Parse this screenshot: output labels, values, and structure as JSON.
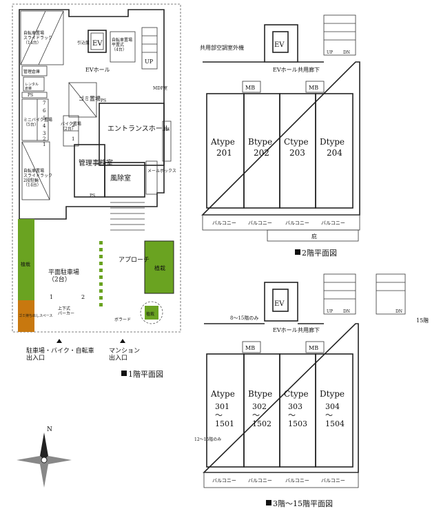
{
  "floor1": {
    "caption": "1階平面図",
    "bike_rack_top": "自転車置場\nスライドラック\n（14台）",
    "bicycle_shelter": "引込盤",
    "ev": "EV",
    "ev_hall": "EVホール",
    "bike_rack_flat": "自転車置場\n平置式\n（4台）",
    "up": "UP",
    "management_storage": "管理倉庫",
    "rental_storage": "レンタル\n倉庫",
    "ps": "PS",
    "mini_bike": "ミニバイク置場\n（5台）",
    "mini_nums": [
      "7",
      "6",
      "5",
      "4",
      "3",
      "2",
      "1"
    ],
    "bike_2level": "自転車置場\nスライドラック\n2段駐輪\n（14台）",
    "garbage": "ゴミ置場",
    "bike_parking": "バイク置場\n（2台）",
    "bike_nums": [
      "2",
      "1"
    ],
    "entrance_hall": "エントランスホール",
    "mdf": "MDF室",
    "office": "管理事務室",
    "windbreak": "風除室",
    "mailbox": "メールボックス",
    "planting": "植栽",
    "parking": "平面駐車場\n（2台）",
    "parking_nums": [
      "1",
      "2"
    ],
    "parker": "上下式\nパーカー",
    "approach": "アプローチ",
    "bollard": "ボラード",
    "garbage_out": "ゴミ持ち出しスペース",
    "entrance_car": "駐車場・バイク・自転車\n出入口",
    "entrance_main": "マンション\n出入口"
  },
  "floor2": {
    "caption": "2階平面図",
    "outdoor_unit": "共用部空調室外機",
    "ev": "EV",
    "ev_hall": "EVホール",
    "corridor": "共用廊下",
    "mb": "MB",
    "up": "UP",
    "dn": "DN",
    "units": [
      {
        "type": "Atype",
        "num": "201"
      },
      {
        "type": "Btype",
        "num": "202"
      },
      {
        "type": "Ctype",
        "num": "203"
      },
      {
        "type": "Dtype",
        "num": "204"
      }
    ],
    "balcony": "バルコニー",
    "eave": "庇"
  },
  "floor3": {
    "caption": "3階〜15階平面図",
    "only_8_15": "8〜15階のみ",
    "only_12_15": "12〜15階のみ",
    "ev": "EV",
    "ev_hall": "EVホール",
    "corridor": "共用廊下",
    "mb": "MB",
    "up": "UP",
    "dn": "DN",
    "floor15": "15階",
    "units": [
      {
        "type": "Atype",
        "num": "301\n〜\n1501"
      },
      {
        "type": "Btype",
        "num": "302\n〜\n1502"
      },
      {
        "type": "Ctype",
        "num": "303\n〜\n1503"
      },
      {
        "type": "Dtype",
        "num": "304\n〜\n1504"
      }
    ],
    "balcony": "バルコニー"
  },
  "compass": {
    "north": "N"
  },
  "colors": {
    "planting": "#6aa321",
    "garbage_space": "#c8780f"
  }
}
